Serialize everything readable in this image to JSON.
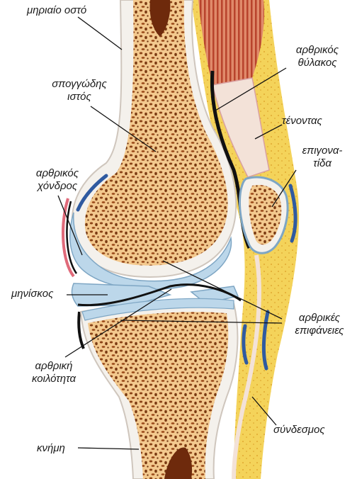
{
  "labels": {
    "femur": "μηριαίο οστό",
    "spongy_1": "σπογγώδης",
    "spongy_2": "ιστός",
    "capsule_1": "αρθρικός",
    "capsule_2": "θύλακος",
    "tendon": "τένοντας",
    "patella_1": "επιγονα-",
    "patella_2": "τίδα",
    "cartilage_1": "αρθρικός",
    "cartilage_2": "χόνδρος",
    "meniscus": "μηνίσκος",
    "surfaces_1": "αρθρικές",
    "surfaces_2": "επιφάνειες",
    "cavity_1": "αρθρική",
    "cavity_2": "κοιλότητα",
    "tibia": "κνήμη",
    "ligament": "σύνδεσμος"
  },
  "colors": {
    "bone_spongy": "#f3c98e",
    "bone_pore": "#7a3a12",
    "periosteum": "#f4f1ec",
    "cartilage": "#bcd7ea",
    "fat": "#f4d35a",
    "muscle": "#c9563a",
    "dark_line": "#111111",
    "blue_vessel": "#2f5aa0",
    "pink_edge": "#e06a7a"
  }
}
